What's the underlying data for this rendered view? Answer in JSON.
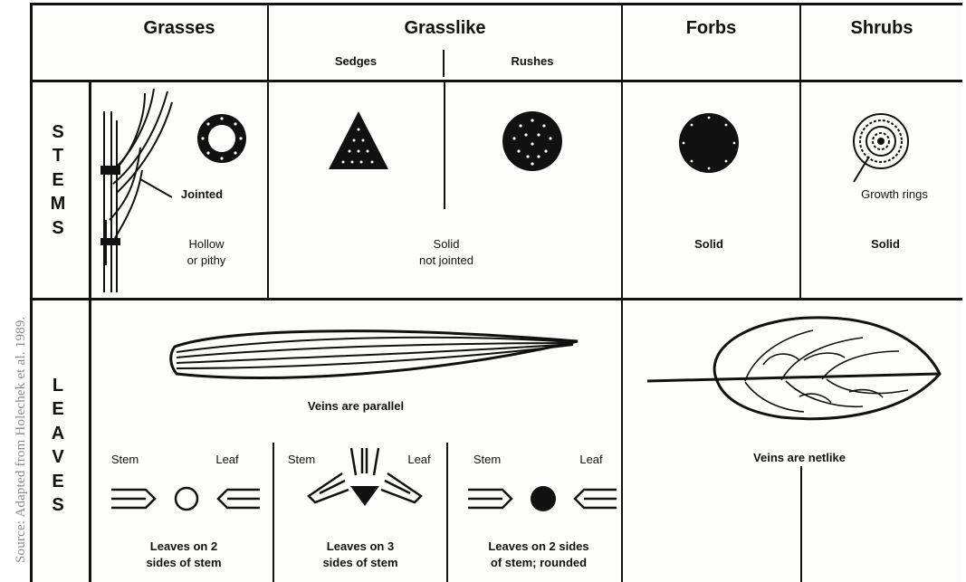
{
  "source": "Source: Adapted from Holechek et al. 1989.",
  "columns": {
    "grasses": "Grasses",
    "grasslike": "Grasslike",
    "sedges": "Sedges",
    "rushes": "Rushes",
    "forbs": "Forbs",
    "shrubs": "Shrubs"
  },
  "rows": {
    "stems": [
      "S",
      "T",
      "E",
      "M",
      "S"
    ],
    "leaves": [
      "L",
      "E",
      "A",
      "V",
      "E",
      "S"
    ]
  },
  "stems": {
    "grass_jointed": "Jointed",
    "grass_desc": [
      "Hollow",
      "or pithy"
    ],
    "grasslike_desc": [
      "Solid",
      "not jointed"
    ],
    "forb_desc": "Solid",
    "shrub_rings": "Growth rings",
    "shrub_desc": "Solid"
  },
  "leaves": {
    "parallel": "Veins are parallel",
    "netlike": "Veins are netlike",
    "stem_label": "Stem",
    "leaf_label": "Leaf",
    "grass_caption": [
      "Leaves on 2",
      "sides of stem"
    ],
    "sedge_caption": [
      "Leaves on 3",
      "sides of stem"
    ],
    "rush_caption": [
      "Leaves on 2 sides",
      "of stem; rounded"
    ]
  }
}
